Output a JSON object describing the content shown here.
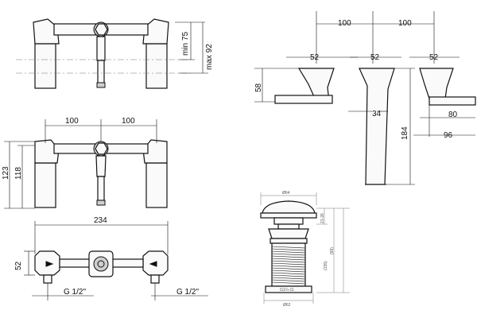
{
  "colors": {
    "line": "#111111",
    "fill": "#fafafa",
    "shade": "#cfcfcf",
    "background": "#ffffff"
  },
  "front_view_top": {
    "min_label": "min 75",
    "max_label": "max 92"
  },
  "front_view_mid": {
    "spacing_left": "100",
    "spacing_right": "100",
    "height_total": "123",
    "height_body": "118"
  },
  "top_view": {
    "width_total": "234",
    "depth": "52",
    "thread_left": "G 1/2\"",
    "thread_right": "G 1/2\""
  },
  "side_view": {
    "spacing_left": "100",
    "spacing_right": "100",
    "width_a": "52",
    "width_b": "52",
    "width_c": "52",
    "height_58": "58",
    "reach_34": "34",
    "height_184": "184",
    "spout_80": "80",
    "spout_96": "96"
  },
  "drain": {
    "top_dia": "Ø64",
    "cap_h": "21-26",
    "mid_h": "(99)",
    "body_h": "(155)",
    "thread": "G1¼-11",
    "base_dia": "Ø62"
  }
}
